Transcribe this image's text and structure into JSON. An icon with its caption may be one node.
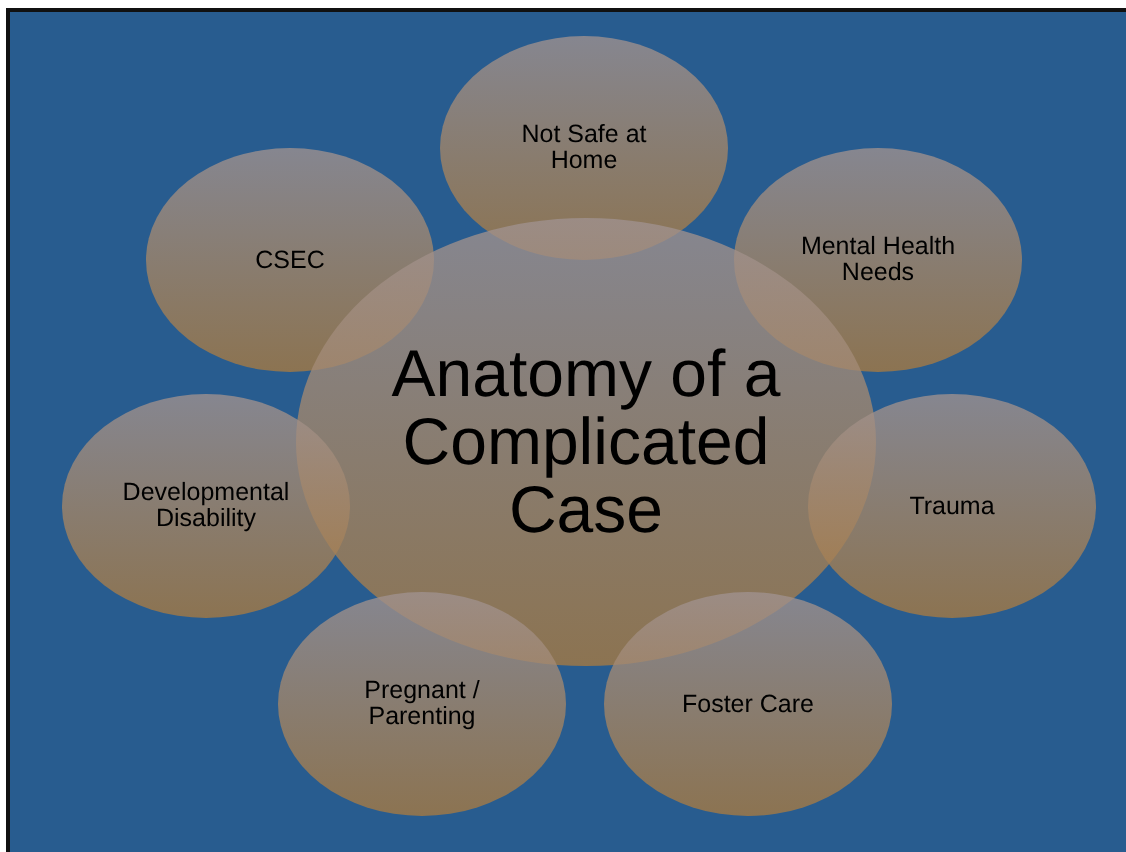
{
  "diagram": {
    "nodes": [
      {
        "text": [
          "Not Safe at Home"
        ]
      },
      {
        "text": [
          "CSEC"
        ]
      },
      {
        "text": [
          "Mental Health Needs"
        ]
      },
      {
        "text": [
          "Anatomy of a Complicated Case"
        ]
      },
      {
        "text": [
          "Developmental Disability"
        ]
      },
      {
        "text": [
          "Trauma"
        ]
      },
      {
        "text": [
          "Pregnant / Parenting"
        ]
      },
      {
        "text": [
          "Foster Care"
        ]
      }
    ]
  }
}
